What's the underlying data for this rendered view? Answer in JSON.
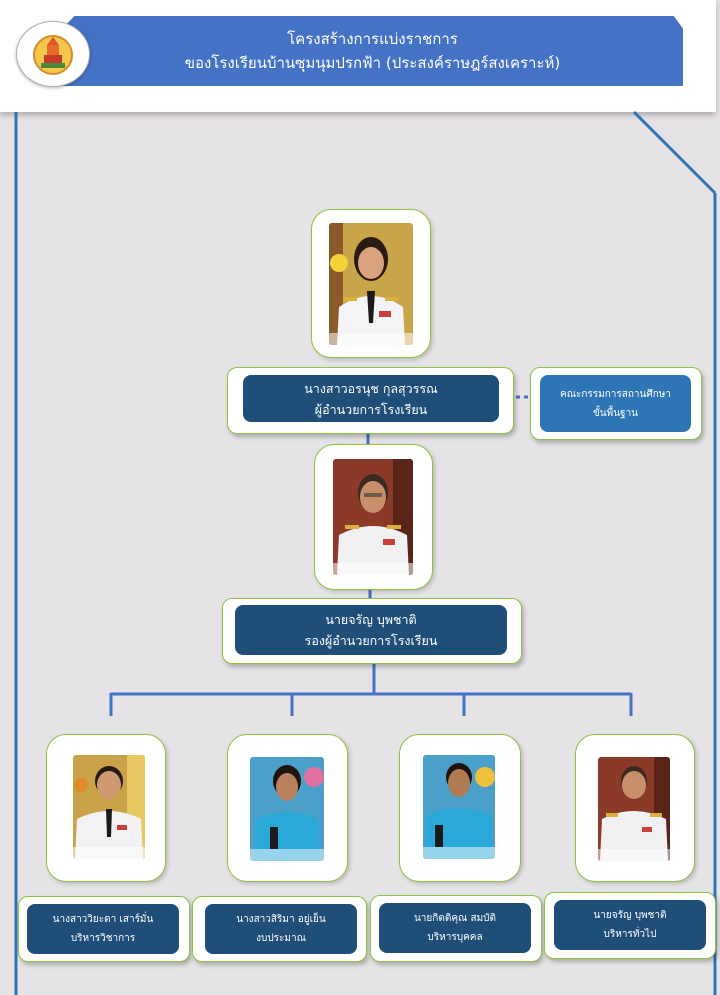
{
  "header": {
    "title_line1": "โครงสร้างการแบ่งราชการ",
    "title_line2": "ของโรงเรียนบ้านซุมนุมปรกฟ้า (ประสงค์ราษฎร์สงเคราะห์)"
  },
  "director": {
    "name": "นางสาวอรนุช กุลสุวรรณ",
    "position": "ผู้อำนวยการโรงเรียน"
  },
  "committee": {
    "line1": "คณะกรรมการสถานศึกษา",
    "line2": "ขั้นพื้นฐาน"
  },
  "deputy": {
    "name": "นายจรัญ บุพชาติ",
    "position": "รองผู้อำนวยการโรงเรียน"
  },
  "departments": [
    {
      "name": "นางสาววิยะดา เสาร์มั่น",
      "role": "บริหารวิชาการ"
    },
    {
      "name": "นางสาวสิริมา อยู่เย็น",
      "role": "งบประมาณ"
    },
    {
      "name": "นายกิตติคุณ สมบัติ",
      "role": "บริหารบุคคล"
    },
    {
      "name": "นายจรัญ บุพชาติ",
      "role": "บริหารทั่วไป"
    }
  ],
  "colors": {
    "banner": "#4472c4",
    "label_dark": "#1f4e79",
    "label_light": "#2e75b6",
    "card_border": "#8cc63f",
    "connector": "#4472c4"
  }
}
